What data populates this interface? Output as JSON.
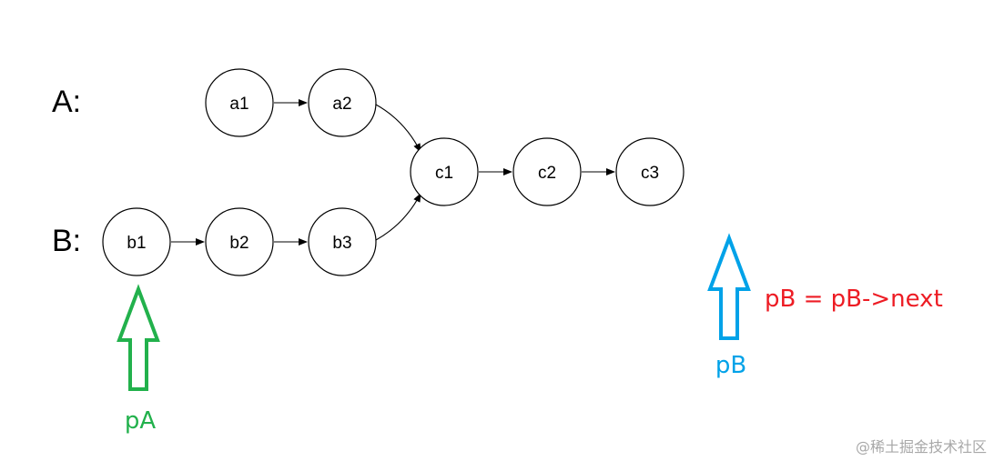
{
  "lists": {
    "a_label": "A:",
    "b_label": "B:"
  },
  "nodes": {
    "a1": "a1",
    "a2": "a2",
    "b1": "b1",
    "b2": "b2",
    "b3": "b3",
    "c1": "c1",
    "c2": "c2",
    "c3": "c3"
  },
  "pointers": {
    "pA": {
      "label": "pA",
      "color": "#22b14c"
    },
    "pB": {
      "label": "pB",
      "color": "#00a2e8"
    }
  },
  "annotation": {
    "text": "pB = pB->next",
    "color": "#ed1c24"
  },
  "watermark": {
    "text": "@稀土掘金技术社区"
  }
}
